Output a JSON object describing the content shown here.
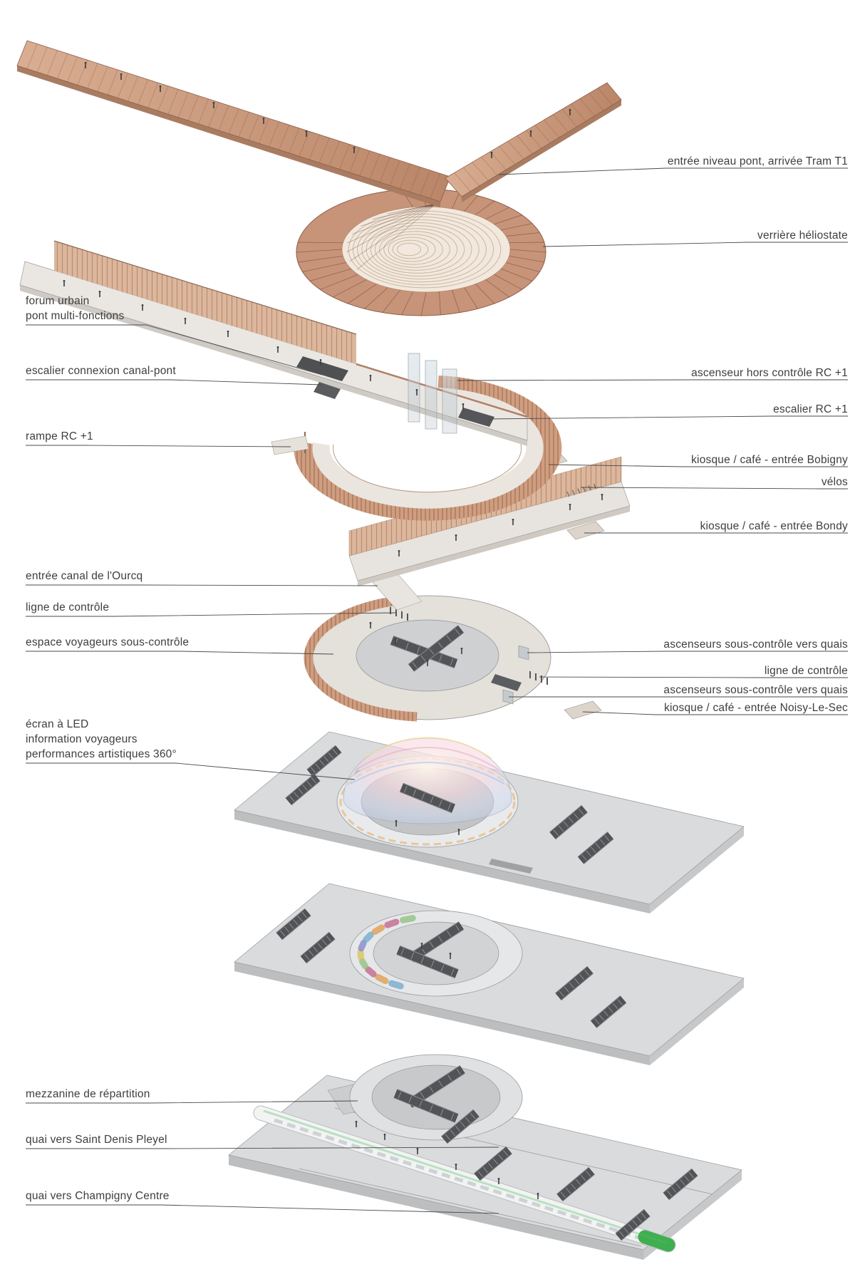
{
  "colors": {
    "copper": "#c89479",
    "copper_dark": "#8d5f49",
    "slab": "#dadbdc",
    "slab_dark": "#bcbec0",
    "line_color": "#4a4a4a",
    "escalator": "#515356",
    "train_green": "#3fae4e",
    "dome_tint": "#dfe4f2",
    "background": "#ffffff"
  },
  "labels": {
    "right": [
      {
        "text": "entrée niveau pont, arrivée Tram T1"
      },
      {
        "text": "verrière héliostate"
      },
      {
        "text": "ascenseur hors contrôle RC +1"
      },
      {
        "text": "escalier RC +1"
      },
      {
        "text": "kiosque / café - entrée Bobigny"
      },
      {
        "text": "vélos"
      },
      {
        "text": "kiosque / café - entrée Bondy"
      },
      {
        "text": "ascenseurs sous-contrôle vers quais"
      },
      {
        "text": "ligne de contrôle"
      },
      {
        "text": "ascenseurs sous-contrôle vers quais"
      },
      {
        "text": "kiosque / café - entrée Noisy-Le-Sec"
      }
    ],
    "left": [
      {
        "lines": [
          "forum urbain",
          "pont multi-fonctions"
        ]
      },
      {
        "lines": [
          "escalier connexion canal-pont"
        ]
      },
      {
        "lines": [
          "rampe RC +1"
        ]
      },
      {
        "lines": [
          "entrée canal de l'Ourcq"
        ]
      },
      {
        "lines": [
          "ligne de contrôle"
        ]
      },
      {
        "lines": [
          "espace voyageurs sous-contrôle"
        ]
      },
      {
        "lines": [
          "écran à LED",
          "information voyageurs",
          "performances artistiques 360°"
        ]
      },
      {
        "lines": [
          "mezzanine de répartition"
        ]
      },
      {
        "lines": [
          "quai vers Saint Denis Pleyel"
        ]
      },
      {
        "lines": [
          "quai vers Champigny Centre"
        ]
      }
    ]
  }
}
